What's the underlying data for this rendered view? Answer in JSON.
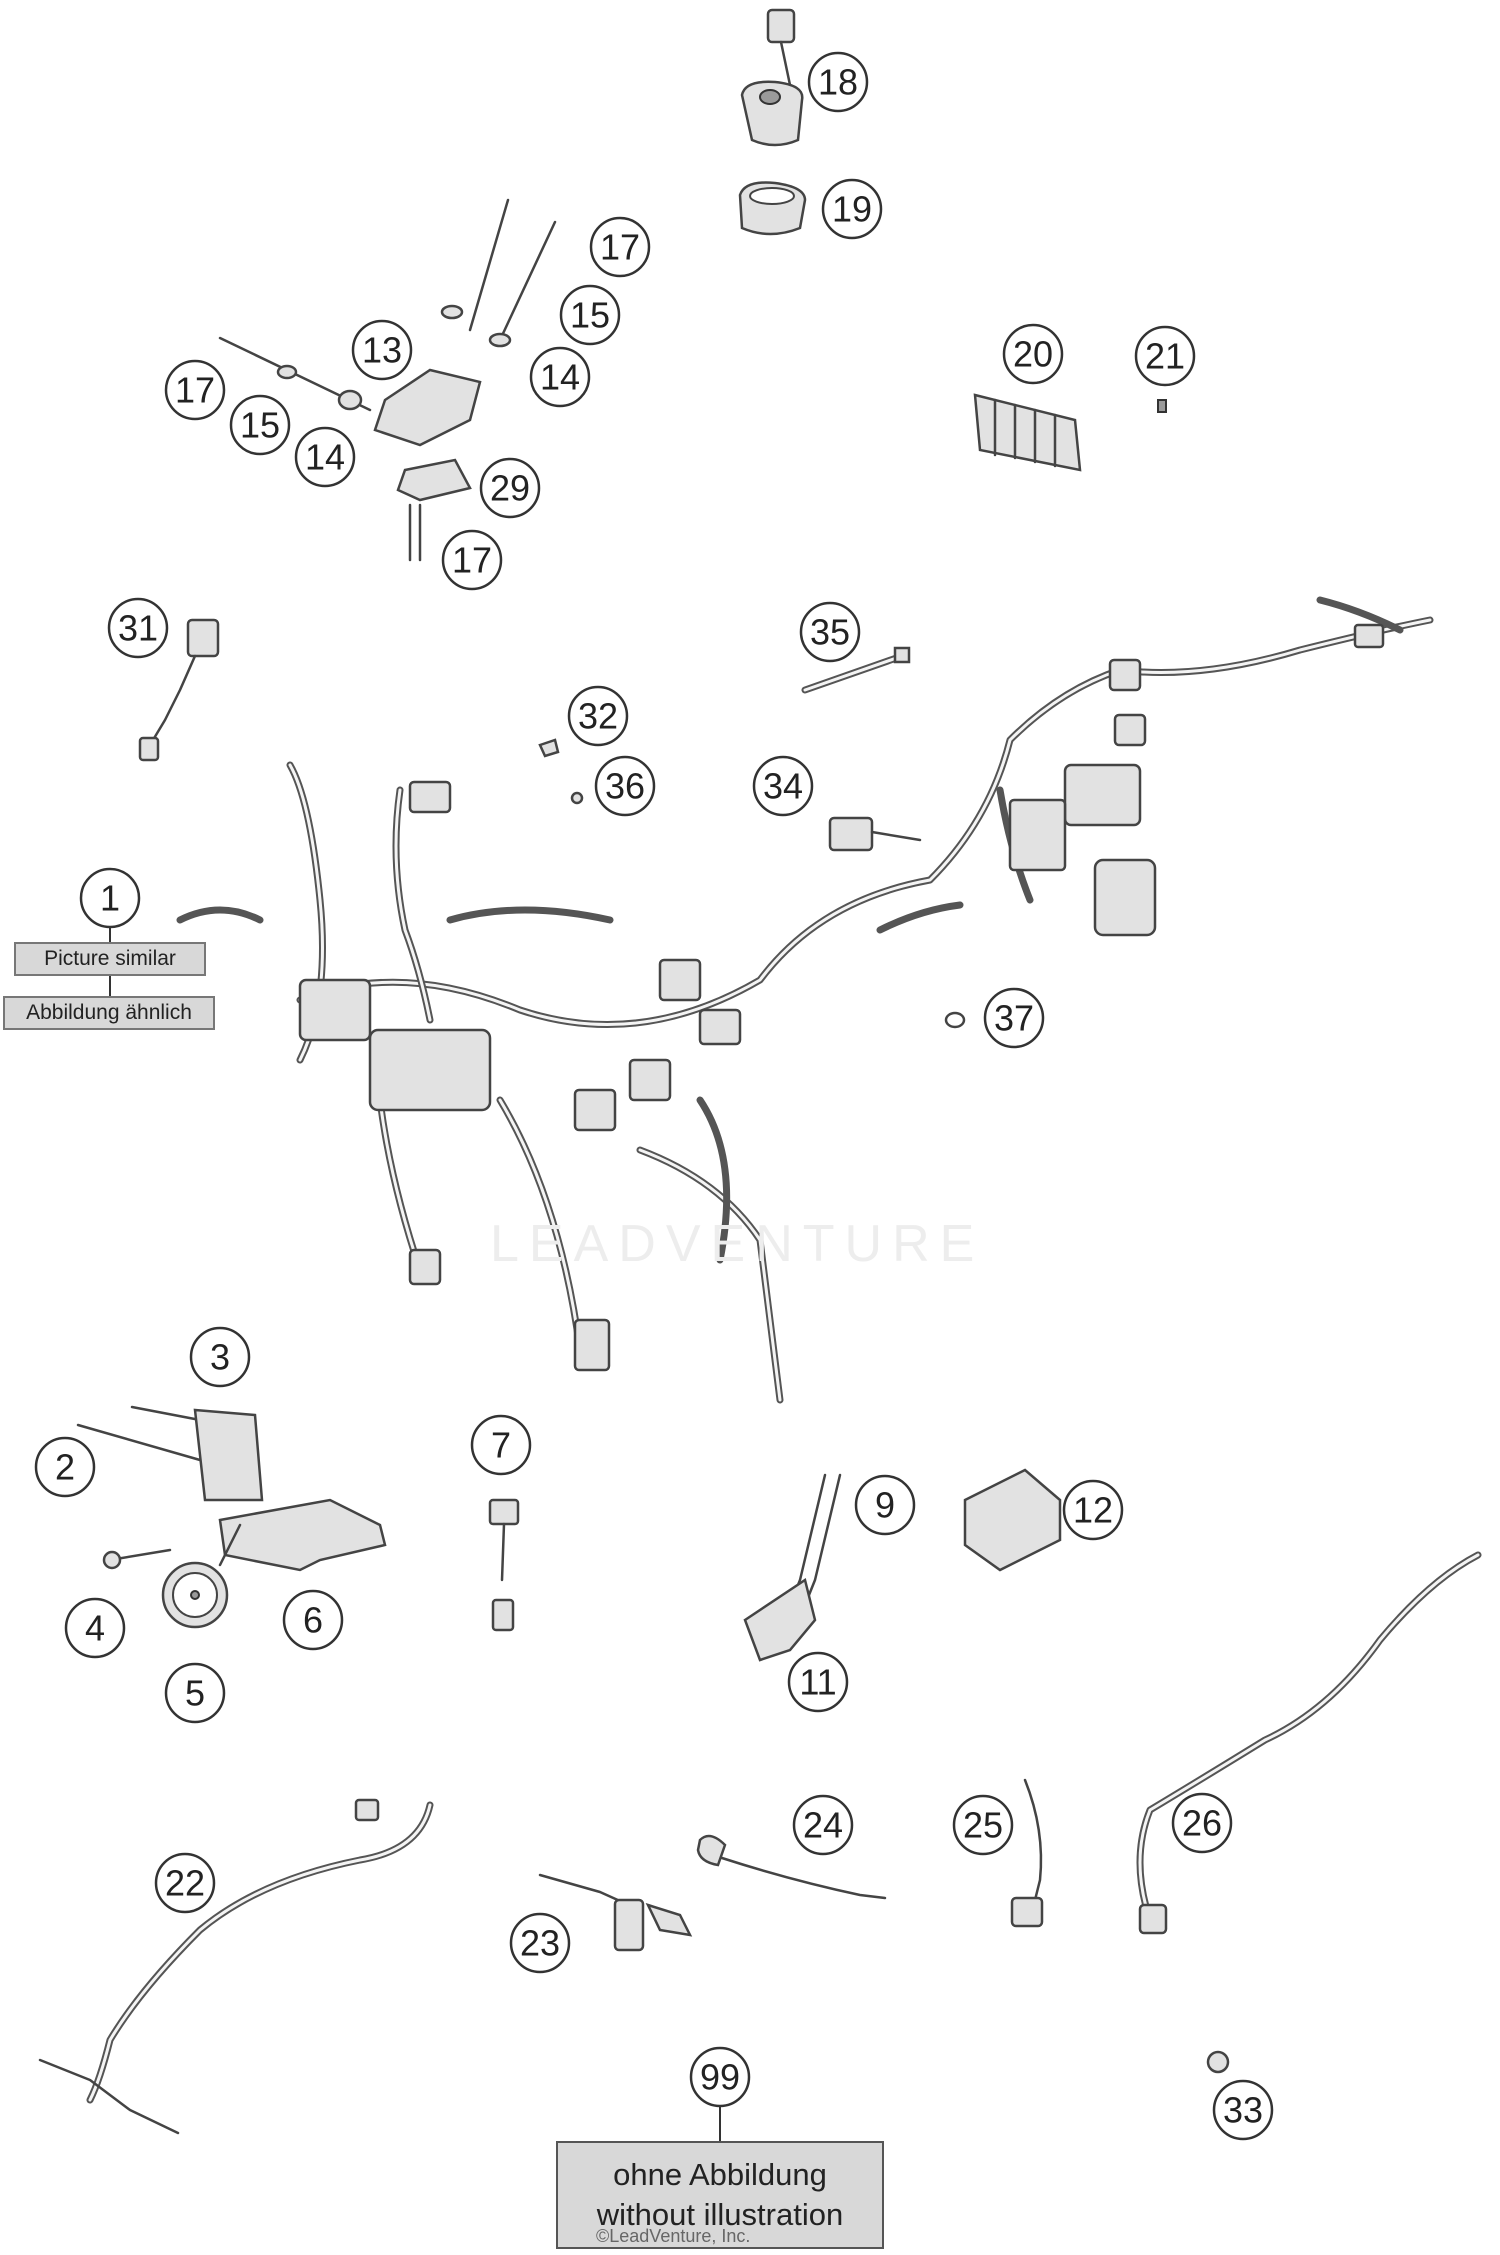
{
  "callouts": {
    "c1": "1",
    "c2": "2",
    "c3": "3",
    "c4": "4",
    "c5": "5",
    "c6": "6",
    "c7": "7",
    "c9": "9",
    "c11": "11",
    "c12": "12",
    "c13": "13",
    "c14a": "14",
    "c14b": "14",
    "c15a": "15",
    "c15b": "15",
    "c17a": "17",
    "c17b": "17",
    "c17c": "17",
    "c18": "18",
    "c19": "19",
    "c20": "20",
    "c21": "21",
    "c22": "22",
    "c23": "23",
    "c24": "24",
    "c25": "25",
    "c26": "26",
    "c29": "29",
    "c31": "31",
    "c32": "32",
    "c33": "33",
    "c34": "34",
    "c35": "35",
    "c36": "36",
    "c37": "37",
    "c99": "99"
  },
  "labels": {
    "picture_similar": "Picture similar",
    "abbildung_aehnlich": "Abbildung ähnlich",
    "ohne_abbildung": "ohne Abbildung",
    "without_illustration": "without illustration"
  },
  "watermark": "LEADVENTURE",
  "copyright": "©LeadVenture, Inc."
}
